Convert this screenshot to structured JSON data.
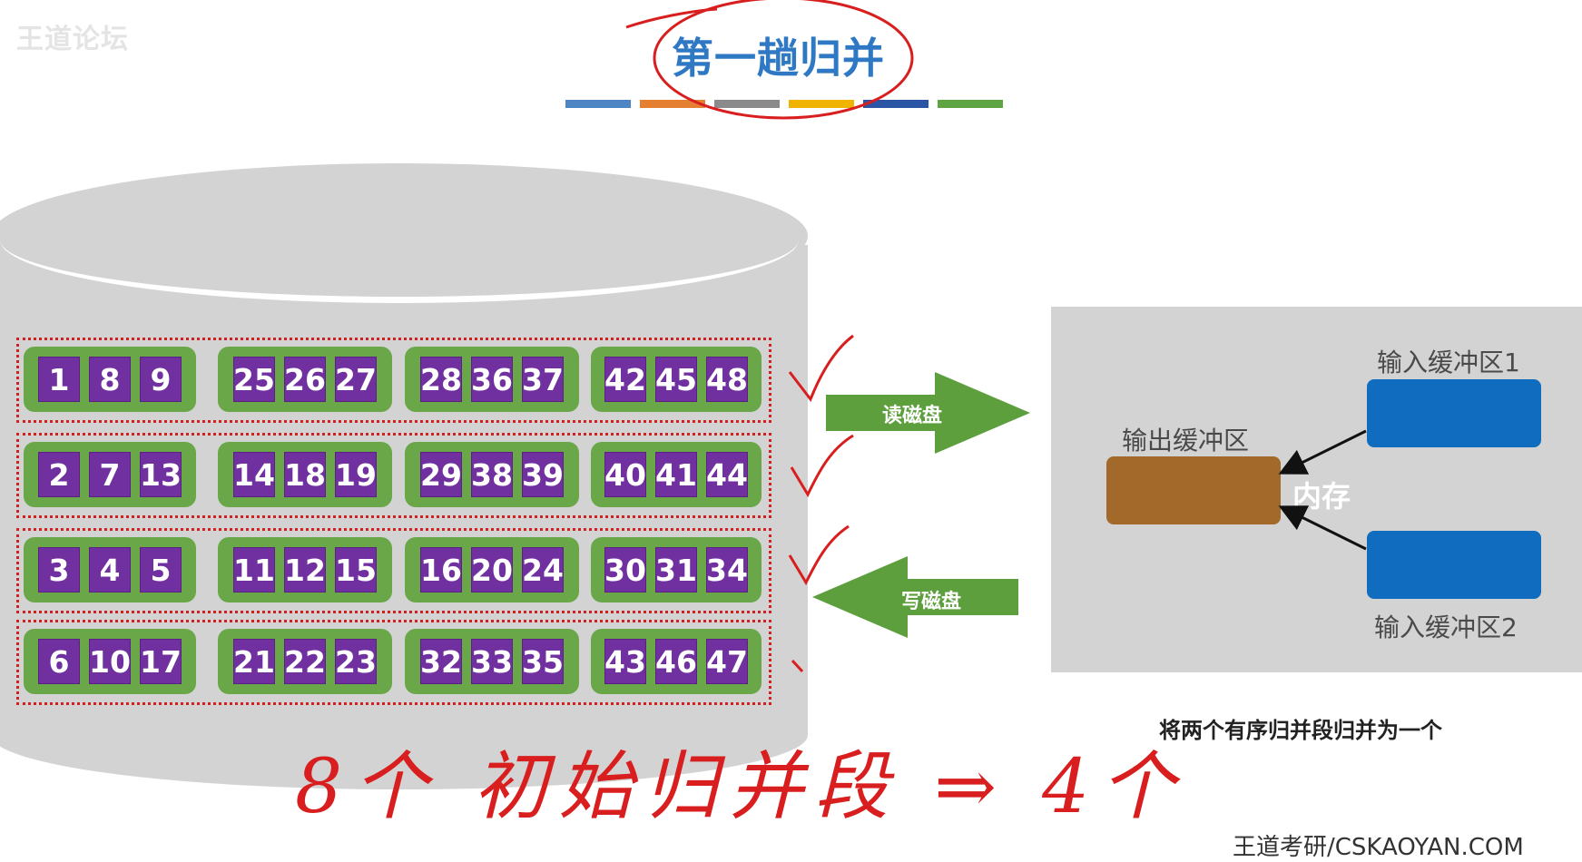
{
  "watermark": "王道论坛",
  "title": "第一趟归并",
  "title_bar_colors": [
    "#4e86c5",
    "#e57f31",
    "#8a8a8a",
    "#f0b400",
    "#2a55a5",
    "#5fa442"
  ],
  "disk": {
    "rows": [
      [
        [
          "1",
          "8",
          "9"
        ],
        [
          "25",
          "26",
          "27"
        ],
        [
          "28",
          "36",
          "37"
        ],
        [
          "42",
          "45",
          "48"
        ]
      ],
      [
        [
          "2",
          "7",
          "13"
        ],
        [
          "14",
          "18",
          "19"
        ],
        [
          "29",
          "38",
          "39"
        ],
        [
          "40",
          "41",
          "44"
        ]
      ],
      [
        [
          "3",
          "4",
          "5"
        ],
        [
          "11",
          "12",
          "15"
        ],
        [
          "16",
          "20",
          "24"
        ],
        [
          "30",
          "31",
          "34"
        ]
      ],
      [
        [
          "6",
          "10",
          "17"
        ],
        [
          "21",
          "22",
          "23"
        ],
        [
          "32",
          "33",
          "35"
        ],
        [
          "43",
          "46",
          "47"
        ]
      ]
    ]
  },
  "arrows": {
    "read": "读磁盘",
    "write": "写磁盘"
  },
  "memory": {
    "label": "内存",
    "input_buffer_1": "输入缓冲区1",
    "input_buffer_2": "输入缓冲区2",
    "output_buffer": "输出缓冲区"
  },
  "caption": "将两个有序归并段归并为一个",
  "footer": "王道考研/CSKAOYAN.COM",
  "handwriting": "8个 初始归并段 ⇒ 4个",
  "colors": {
    "cell": "#7030a0",
    "group": "#6aa748",
    "ink": "#d81e1e",
    "arrow": "#5c9f3c",
    "input": "#0f6cbf",
    "output": "#a2692a"
  }
}
